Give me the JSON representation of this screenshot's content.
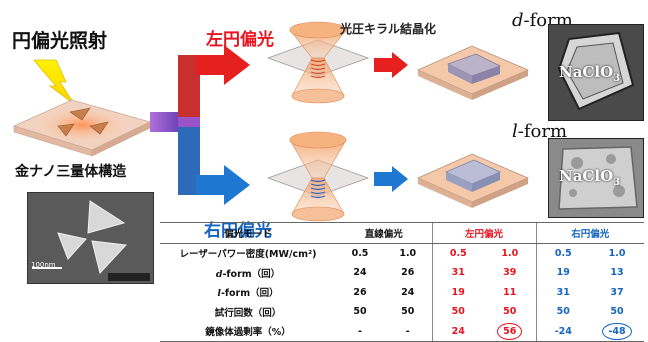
{
  "labels": {
    "circular_light": "円偏光照射",
    "left_circular": "左円偏光",
    "right_circular": "右円偏光",
    "crystallization": "光圧キラル結晶化",
    "gold_structure": "金ナノ三量体構造",
    "scale_bar": "100nm",
    "d_form_prefix": "d",
    "l_form_prefix": "l",
    "form_suffix": "-form",
    "crystal_name": "NaClO",
    "crystal_sub": "3"
  },
  "colors": {
    "left": "#e8141f",
    "right": "#1565c0",
    "branch": "#8a4fc8",
    "plasma": "#f4a36a"
  },
  "table": {
    "header": {
      "mode": "偏光モード",
      "linear": "直線偏光",
      "left": "左円偏光",
      "right": "右円偏光"
    },
    "rows": [
      {
        "label": "レーザーパワー密度(MW/cm²)",
        "values": [
          "0.5",
          "1.0",
          "0.5",
          "1.0",
          "0.5",
          "1.0"
        ]
      },
      {
        "label_prefix": "d",
        "label": "-form（回）",
        "values": [
          "24",
          "26",
          "31",
          "39",
          "19",
          "13"
        ]
      },
      {
        "label_prefix": "l",
        "label": "-form（回）",
        "values": [
          "26",
          "24",
          "19",
          "11",
          "31",
          "37"
        ]
      },
      {
        "label": "試行回数（回）",
        "values": [
          "50",
          "50",
          "50",
          "50",
          "50",
          "50"
        ]
      },
      {
        "label": "鏡像体過剰率（%）",
        "values": [
          "-",
          "-",
          "24",
          "56",
          "-24",
          "-48"
        ]
      }
    ]
  }
}
